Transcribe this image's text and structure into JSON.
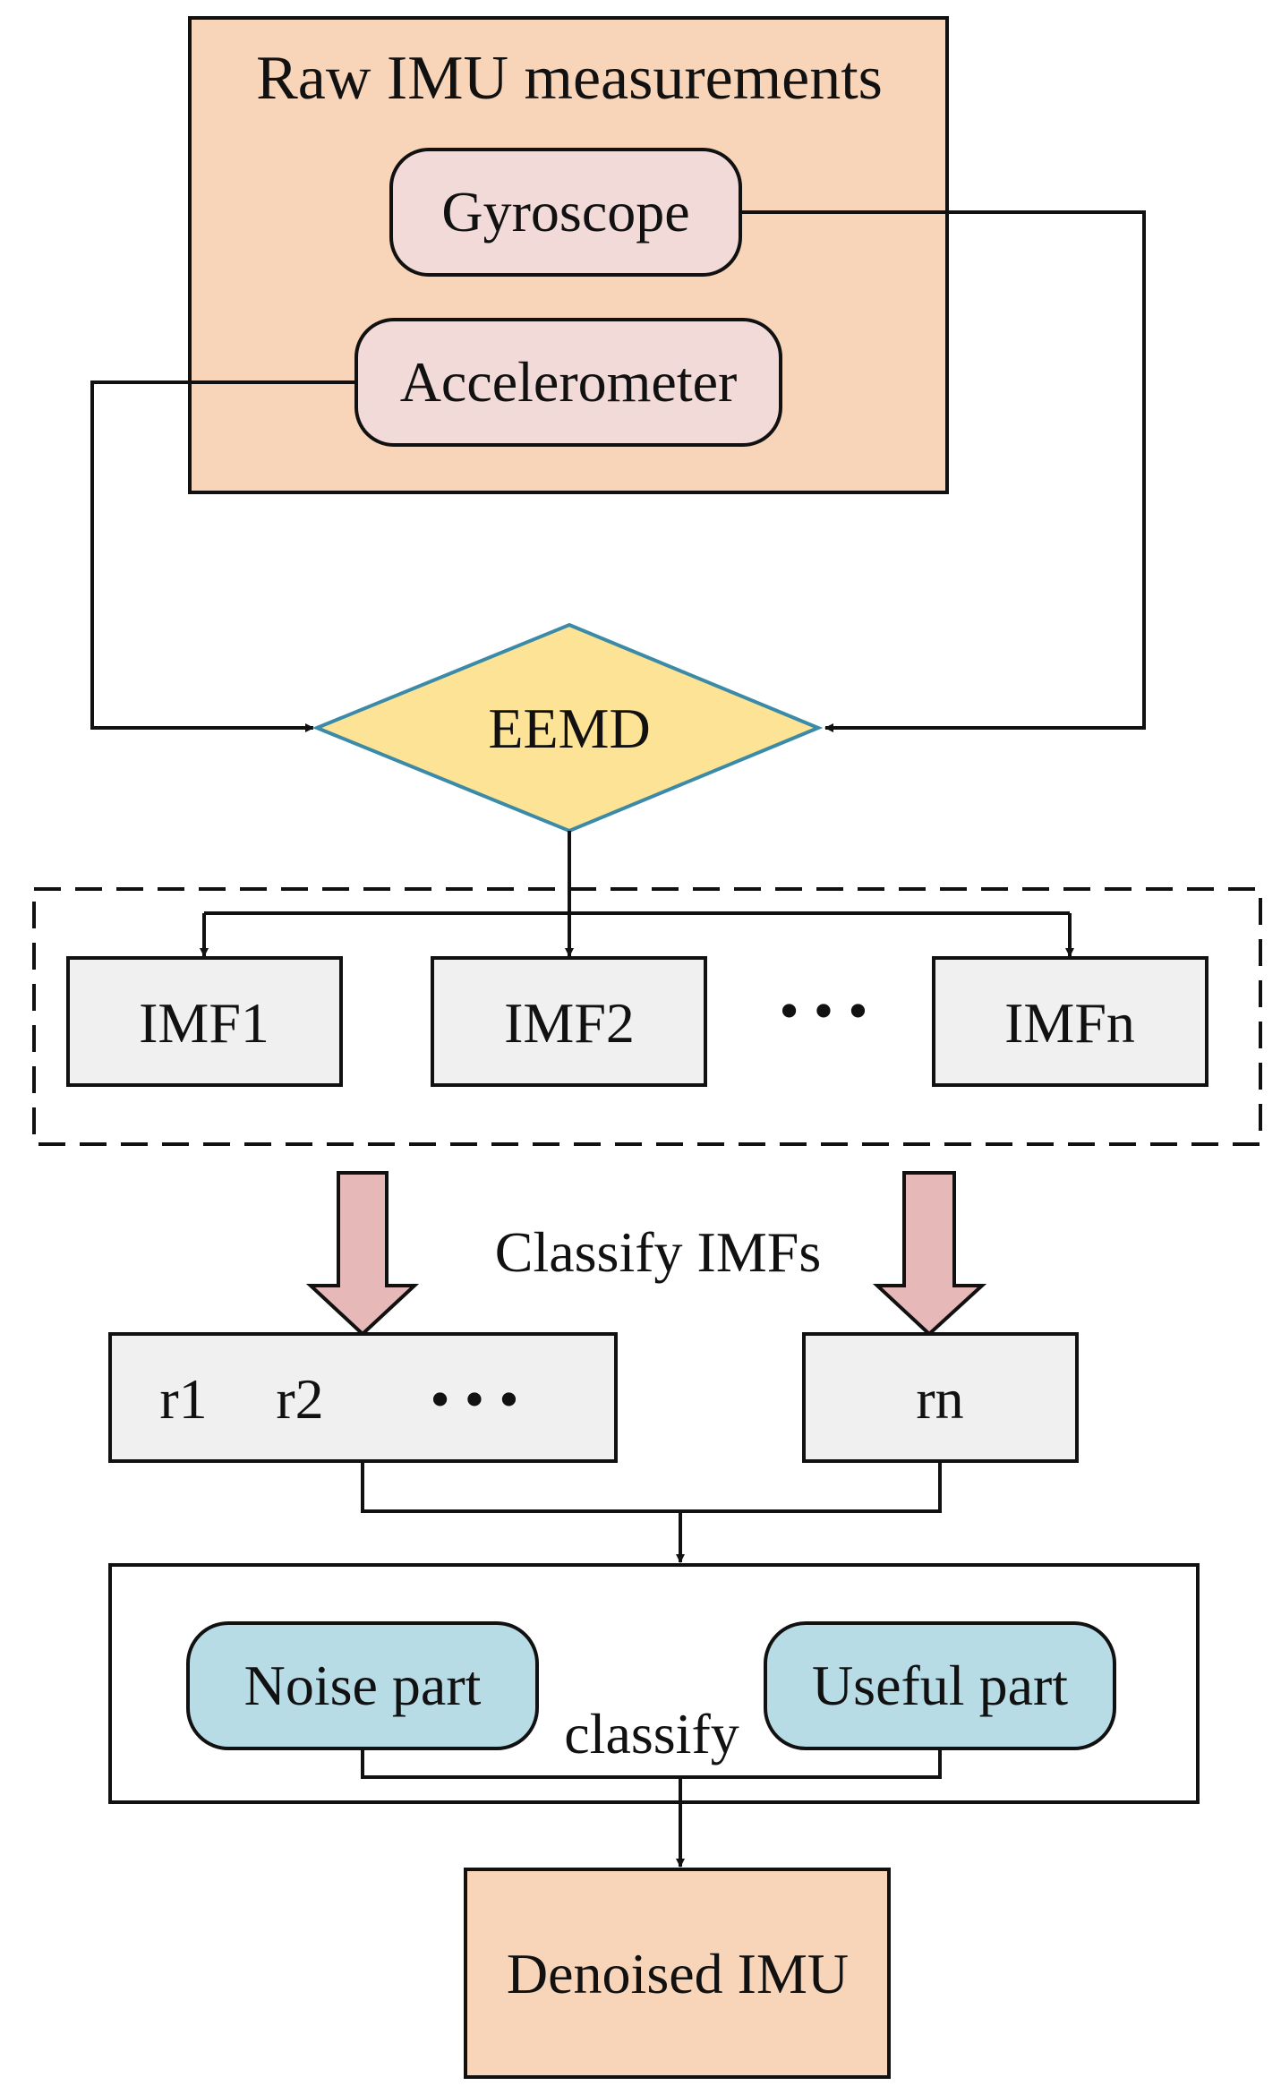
{
  "diagram": {
    "raw_measurements": {
      "title": "Raw IMU measurements",
      "gyroscope": "Gyroscope",
      "accelerometer": "Accelerometer"
    },
    "eemd": "EEMD",
    "imfs": {
      "items": [
        "IMF1",
        "IMF2",
        "IMFn"
      ],
      "ellipsis": "• • •"
    },
    "classify_imfs_label": "Classify IMFs",
    "residuals": {
      "r1": "r1",
      "r2": "r2",
      "ellipsis": "• • •",
      "rn": "rn"
    },
    "classification": {
      "noise": "Noise part",
      "useful": "Useful part",
      "label": "classify"
    },
    "output": "Denoised IMU"
  },
  "colors": {
    "raw_box": "#F8D5B8",
    "sensor_box": "#F2DAD8",
    "eemd_fill": "#FCE396",
    "eemd_stroke": "#3A8AA8",
    "imf_box": "#F0F0F0",
    "fat_arrow": "#E6B8B8",
    "part_box": "#B8DCE6",
    "output_box": "#F8D5B8"
  }
}
